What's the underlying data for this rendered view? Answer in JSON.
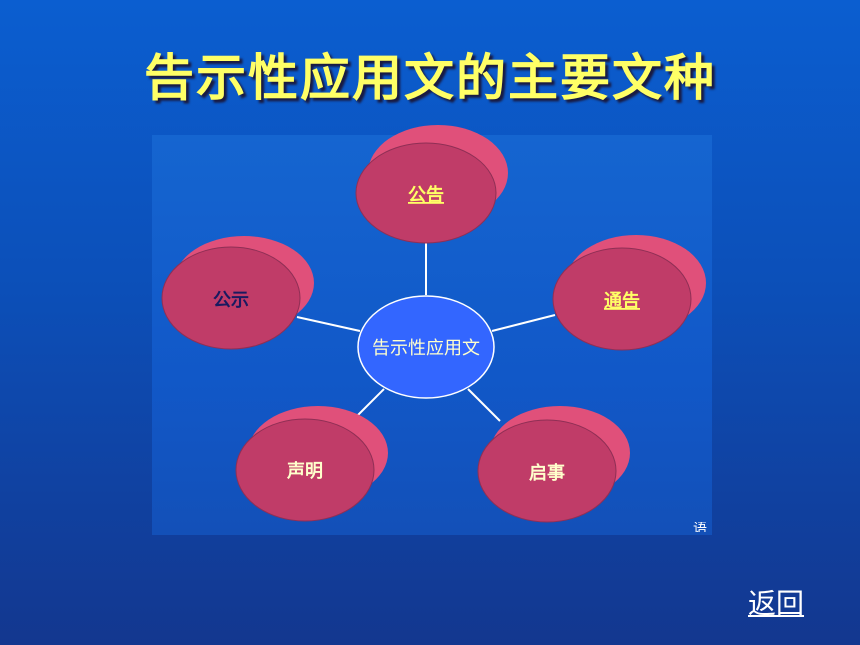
{
  "slide": {
    "title": "告示性应用文的主要文种",
    "back_link": "返回",
    "corner_glyph": "语"
  },
  "diagram": {
    "center": {
      "label": "告示性应用文"
    },
    "nodes": [
      {
        "id": "gonggao",
        "label": "公告",
        "linked": true
      },
      {
        "id": "tonggao",
        "label": "通告",
        "linked": true
      },
      {
        "id": "qishi",
        "label": "启事",
        "linked": false
      },
      {
        "id": "shengming",
        "label": "声明",
        "linked": false
      },
      {
        "id": "gongshi",
        "label": "公示",
        "linked": false
      }
    ]
  },
  "colors": {
    "title": "#ffff66",
    "node_fill": "#c03c68",
    "node_shadow": "#e0507a",
    "center_fill": "#3366ff",
    "linked_label": "#ffff66",
    "plain_label_dark": "#1a1a60",
    "plain_label_light": "#ffffcc",
    "connector": "#ffffff"
  }
}
